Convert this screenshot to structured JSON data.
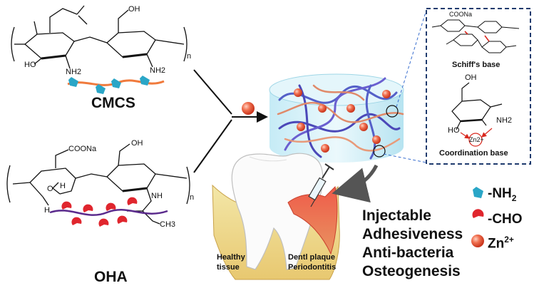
{
  "cmcs": {
    "name": "CMCS",
    "subscript_n": "n",
    "ho_label": "HO",
    "nh2_label_1": "NH2",
    "nh2_label_2": "NH2",
    "oh_label": "OH"
  },
  "oha": {
    "name": "OHA",
    "subscript_n": "n",
    "coona_label": "COONa",
    "oh_label": "OH",
    "h_label_1": "H",
    "h_label_2": "H",
    "o_label": "O",
    "nh_label": "NH",
    "ch3_label": "CH3"
  },
  "inset": {
    "schiff_label": "Schiff's base",
    "coordination_label": "Coordination base",
    "oh_label": "OH",
    "nh2_label": "NH2",
    "ho_label": "HO",
    "zn_label": "Zn2+",
    "coona_label": "COONa"
  },
  "tooth": {
    "healthy_line1": "Healthy",
    "healthy_line2": "tissue",
    "plaque_line1": "Dentl plaque",
    "plaque_line2": "Periodontitis"
  },
  "properties": [
    "Injectable",
    "Adhesiveness",
    "Anti-bacteria",
    "Osteogenesis"
  ],
  "legend": [
    {
      "icon": "amino-group-icon",
      "label": "-NH",
      "sub": "2",
      "color": "#2aa6c7"
    },
    {
      "icon": "aldehyde-group-icon",
      "label": "-CHO",
      "sub": "",
      "color": "#e0262e"
    },
    {
      "icon": "zinc-ion-icon",
      "label": "Zn",
      "sup": "2+",
      "color": "#e55a3c"
    }
  ]
}
